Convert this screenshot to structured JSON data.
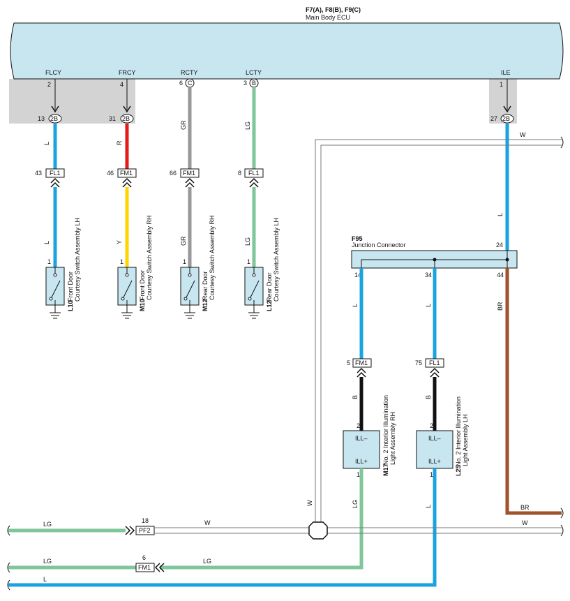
{
  "ecu": {
    "code": "F7(A), F8(B), F9(C)",
    "name": "Main Body ECU",
    "terminals": [
      {
        "name": "FLCY",
        "pin": "2",
        "out_pin": "13",
        "out_conn": "2B"
      },
      {
        "name": "FRCY",
        "pin": "4",
        "out_pin": "31",
        "out_conn": "2B"
      },
      {
        "name": "RCTY",
        "pin": "6",
        "pin_conn": "C"
      },
      {
        "name": "LCTY",
        "pin": "3",
        "pin_conn": "B"
      },
      {
        "name": "ILE",
        "pin": "1",
        "out_pin": "27",
        "out_conn": "2B"
      }
    ]
  },
  "wires": {
    "l": "L",
    "r": "R",
    "y": "Y",
    "gr": "GR",
    "lg": "LG",
    "w": "W",
    "b": "B",
    "br": "BR"
  },
  "colors": {
    "ecu_fill": "#c8e6f0",
    "gray_box": "#d3d3d3",
    "blue": "#1aa3e0",
    "red": "#e51a1a",
    "yellow": "#ffd500",
    "gray": "#999999",
    "light_green": "#7fc79a",
    "black": "#111111",
    "brown": "#a0522d",
    "white": "#ffffff"
  },
  "inline": {
    "c1": {
      "pin": "43",
      "name": "FL1"
    },
    "c2": {
      "pin": "46",
      "name": "FM1"
    },
    "c3": {
      "pin": "66",
      "name": "FM1"
    },
    "c4": {
      "pin": "8",
      "name": "FL1"
    },
    "c5": {
      "pin": "5",
      "name": "FM1"
    },
    "c6": {
      "pin": "75",
      "name": "FL1"
    },
    "c7": {
      "pin": "18",
      "name": "PF2"
    },
    "c8": {
      "pin": "6",
      "name": "FM1"
    }
  },
  "switches": [
    {
      "code": "L10",
      "line1": "Front Door",
      "line2": "Courtesy Switch Assembly LH",
      "pin": "1"
    },
    {
      "code": "M10",
      "line1": "Front Door",
      "line2": "Courtesy Switch Assembly RH",
      "pin": "1"
    },
    {
      "code": "M12",
      "line1": "Rear Door",
      "line2": "Courtesy Switch Assembly RH",
      "pin": "1"
    },
    {
      "code": "L12",
      "line1": "Rear Door",
      "line2": "Courtesy Switch Assembly LH",
      "pin": "1"
    }
  ],
  "junction": {
    "code": "F95",
    "name": "Junction Connector",
    "pins": [
      "24",
      "14",
      "34",
      "44"
    ]
  },
  "lights": [
    {
      "code": "M17",
      "line1": "No. 2 Interior Illumination",
      "line2": "Light Assembly RH",
      "minus": "ILL–",
      "plus": "ILL+",
      "pin_top": "2",
      "pin_bot": "1"
    },
    {
      "code": "L25",
      "line1": "No. 2 Interior Illumination",
      "line2": "Light Assembly LH",
      "minus": "ILL–",
      "plus": "ILL+",
      "pin_top": "2",
      "pin_bot": "1"
    }
  ]
}
